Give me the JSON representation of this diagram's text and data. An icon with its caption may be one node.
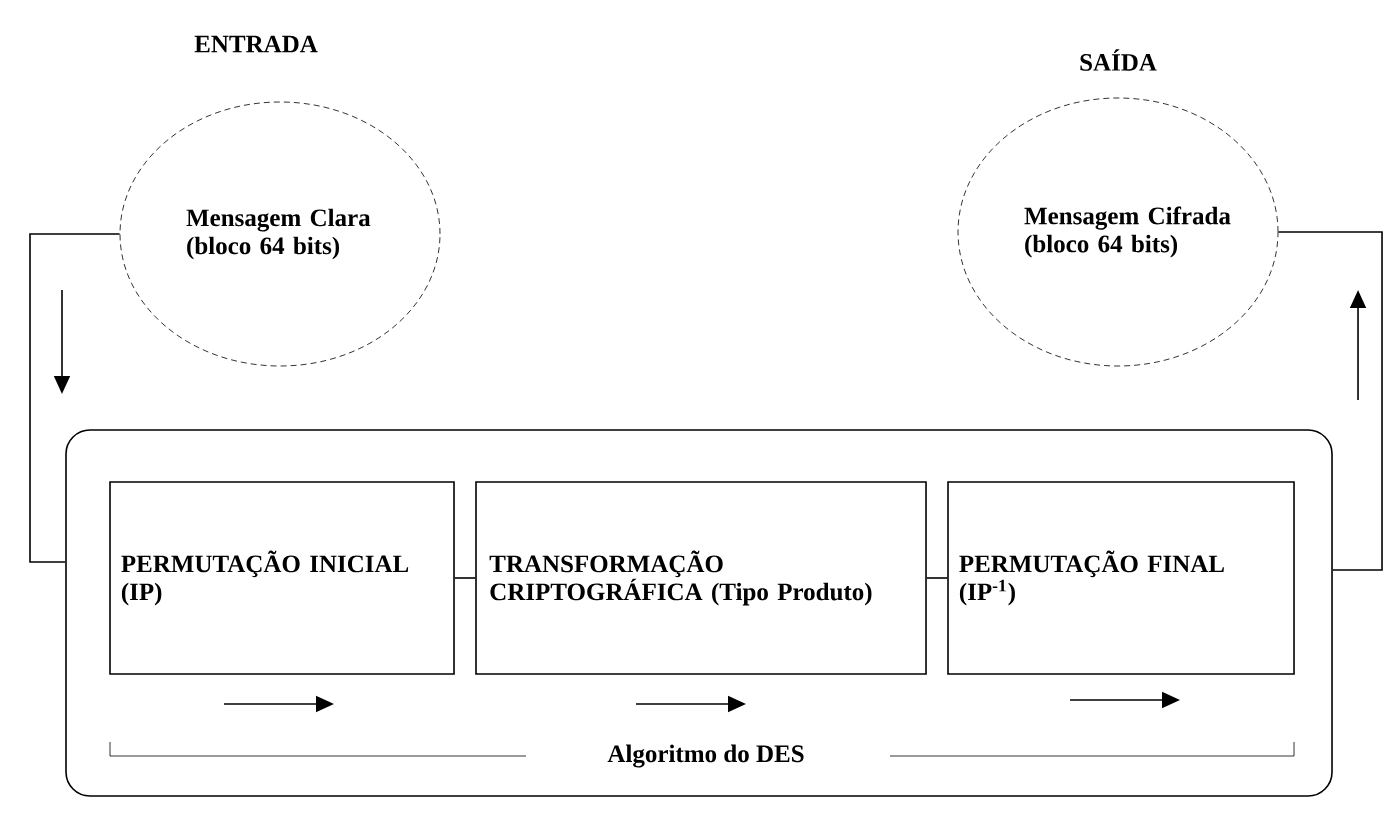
{
  "diagram": {
    "nodes": [
      {
        "text": [
          "ENTRADA",
          "Mensagem Clara (bloco 64 bits)"
        ]
      },
      {
        "text": [
          "SAÍDA",
          "Mensagem Cifrada (bloco 64 bits)"
        ]
      },
      {
        "text": [
          "Algoritmo do DES"
        ]
      },
      {
        "text": [
          "PERMUTAÇÃO INICIAL (IP)"
        ],
        "in": 2
      },
      {
        "text": [
          "TRANSFORMAÇÃO CRIPTOGRÁFICA (Tipo Produto)"
        ],
        "in": 2
      },
      {
        "text": [
          "PERMUTAÇÃO FINAL (IP$^{-1}$)"
        ],
        "in": 2
      }
    ],
    "edges": [
      {
        "from": 0,
        "to": 2,
        "arrow": "none"
      },
      {
        "from": 3,
        "to": 4,
        "arrow": "none"
      },
      {
        "from": 4,
        "to": 5,
        "arrow": "none"
      },
      {
        "from": 2,
        "to": 1,
        "arrow": "none"
      }
    ]
  }
}
